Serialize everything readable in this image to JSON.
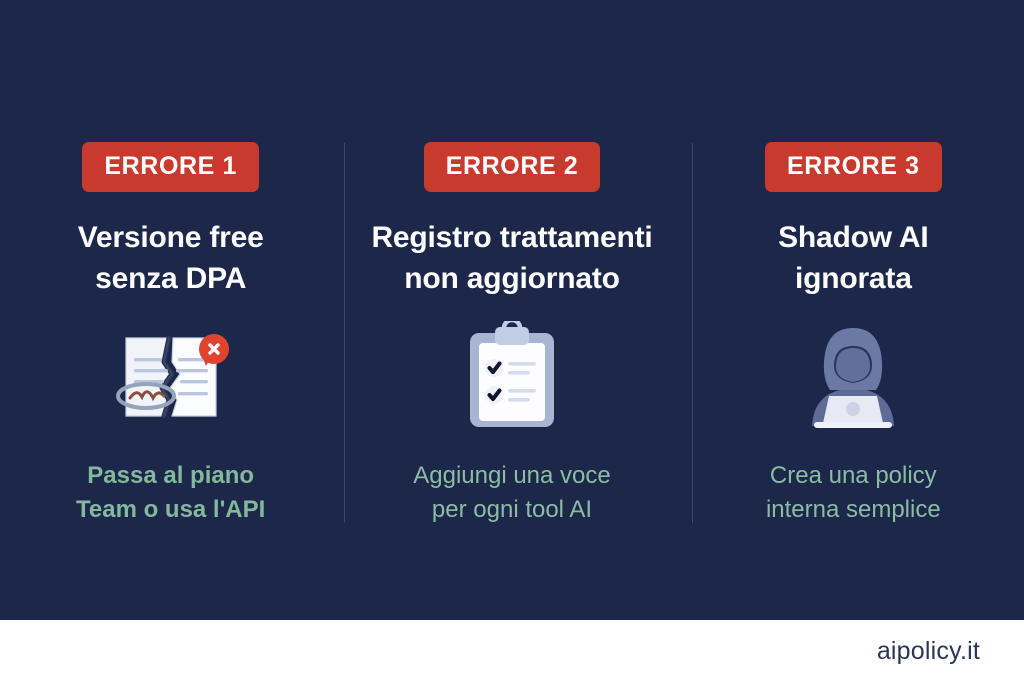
{
  "theme": {
    "background": "#1c2749",
    "badge_red": "#c93a2e",
    "headline_white": "#ffffff",
    "solution_green": "#8bbda4",
    "divider": "#3c4768",
    "footer_background": "#ffffff",
    "footer_text": "#2b3559"
  },
  "columns": [
    {
      "badge": "ERRORE 1",
      "headline": "Versione free\nsenza DPA",
      "icon": "torn-contract-icon",
      "solution": "Passa al piano\nTeam o usa l'API",
      "solution_bold": true
    },
    {
      "badge": "ERRORE 2",
      "headline": "Registro trattamenti\nnon aggiornato",
      "icon": "clipboard-checklist-icon",
      "solution": "Aggiungi una voce\nper ogni tool AI",
      "solution_bold": false
    },
    {
      "badge": "ERRORE 3",
      "headline": "Shadow AI\nignorata",
      "icon": "hooded-hacker-laptop-icon",
      "solution": "Crea una policy\ninterna semplice",
      "solution_bold": false
    }
  ],
  "footer": {
    "brand": "aipolicy.it"
  }
}
